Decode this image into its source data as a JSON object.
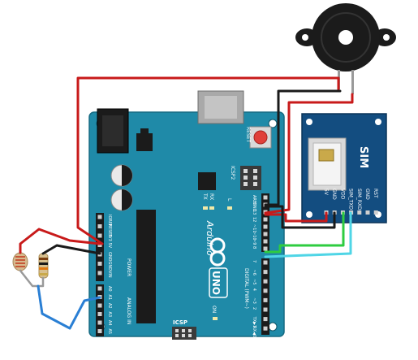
{
  "arduino": {
    "reset_label": "RESET",
    "icsp2_label": "ICSP2",
    "tx_label": "TX",
    "rx_label": "RX",
    "l_label": "L",
    "brand_label": "Arduino",
    "model_label": "UNO",
    "on_label": "ON",
    "icsp_label": "ICSP",
    "digital_label": "DIGITAL (PWM~)",
    "power_label": "POWER",
    "analog_label": "ANALOG IN",
    "power_pins": [
      "IOREF",
      "RESET",
      "3V3",
      "5V",
      "GND",
      "GND",
      "VIN"
    ],
    "analog_pins": [
      "A0",
      "A1",
      "A2",
      "A3",
      "A4",
      "A5"
    ],
    "digital_top_pins": [
      "AREF",
      "GND",
      "13",
      "12",
      "~11",
      "~10",
      "~9",
      "8"
    ],
    "digital_bottom_pins": [
      "7",
      "~6",
      "~5",
      "4",
      "~3",
      "2",
      "TX▶1",
      "RX◀0"
    ],
    "board_color": "#1f8aa8"
  },
  "sim_module": {
    "title": "SIM",
    "pins": [
      "5V",
      "GND",
      "VDD",
      "SIM_TXD",
      "SIM_RXD",
      "GND",
      "RST"
    ],
    "board_color": "#134d80"
  },
  "buzzer": {
    "icon": "piezo-buzzer-icon"
  },
  "ldr": {
    "icon": "photoresistor-icon"
  },
  "resistor": {
    "icon": "resistor-icon"
  },
  "wire_colors": {
    "red": "#c81a1a",
    "black": "#1a1a1a",
    "green": "#2ecc40",
    "cyan": "#4fd5e6",
    "blue": "#2a7fd4",
    "gray": "#9a9a9a"
  }
}
